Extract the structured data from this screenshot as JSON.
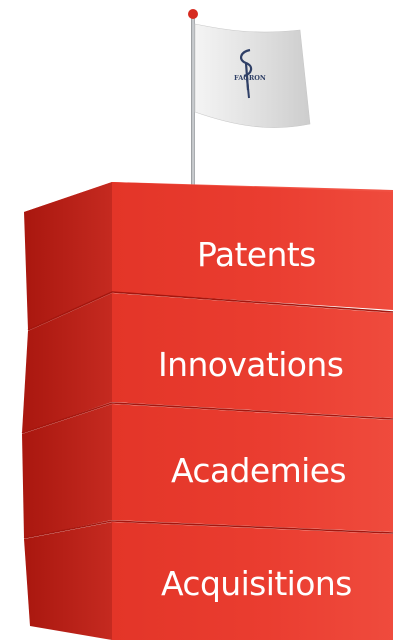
{
  "flag": {
    "logo_text": "FAGRON"
  },
  "blocks": [
    {
      "label": "Patents"
    },
    {
      "label": "Innovations"
    },
    {
      "label": "Academies"
    },
    {
      "label": "Acquisitions"
    }
  ],
  "colors": {
    "block_front": "#e8392d",
    "block_side": "#bd2019",
    "block_top": "#f04f42",
    "flag_logo": "#2f3f66",
    "flag_pole": "#b0b4b8",
    "pole_ball": "#d62a1f"
  }
}
